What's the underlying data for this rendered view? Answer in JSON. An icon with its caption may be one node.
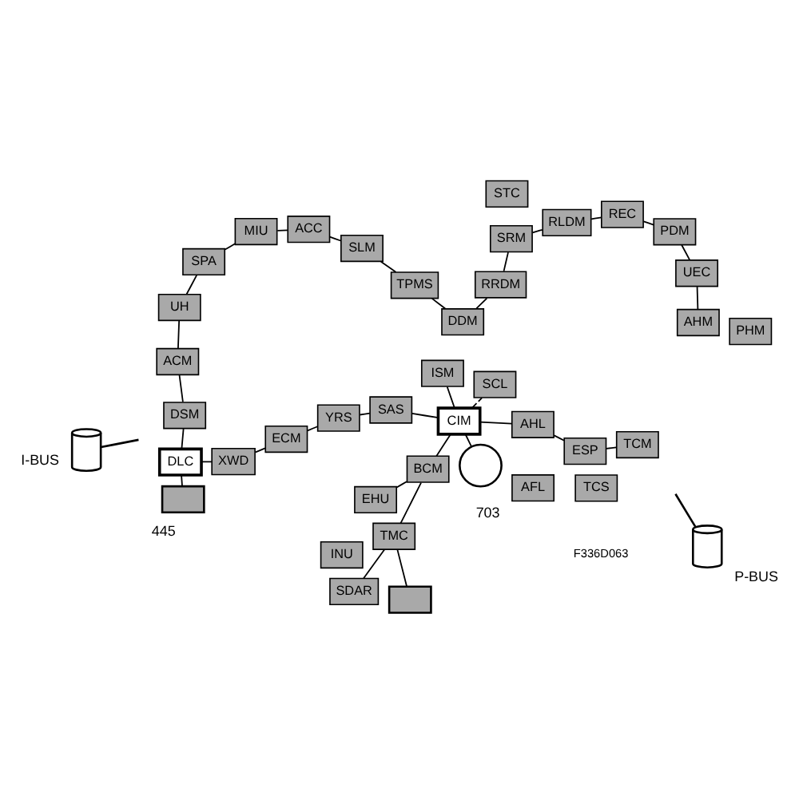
{
  "diagram": {
    "nodes": [
      {
        "text": [],
        "shape": "box",
        "beside": [
          "445"
        ]
      },
      {
        "text": [],
        "shape": "cylinder",
        "beside": [
          "I-BUS"
        ]
      },
      {
        "text": [],
        "shape": "circle",
        "beside": [
          "703"
        ]
      },
      {
        "text": [
          "DLC"
        ]
      },
      {
        "text": [
          "XWD"
        ]
      },
      {
        "text": [
          "ECM"
        ]
      },
      {
        "text": [
          "YRS"
        ]
      },
      {
        "text": [
          "SAS"
        ]
      },
      {
        "text": [
          "AFL"
        ]
      },
      {
        "text": [
          "AHL"
        ]
      },
      {
        "text": [
          "TCS"
        ]
      },
      {
        "text": [
          "ESP"
        ]
      },
      {
        "text": [
          "TCM"
        ]
      },
      {
        "text": [
          "ISM"
        ]
      },
      {
        "text": [
          "CIM"
        ]
      },
      {
        "text": [
          "ACM"
        ]
      },
      {
        "text": [
          "DSM"
        ]
      },
      {
        "text": [
          "SPA"
        ]
      },
      {
        "text": [
          "UH"
        ]
      },
      {
        "text": [
          "ACC"
        ]
      },
      {
        "text": [
          "MIU"
        ]
      },
      {
        "text": [
          "SCL"
        ]
      },
      {
        "text": [
          "SLM"
        ]
      },
      {
        "text": [
          "TPMS"
        ]
      },
      {
        "text": [
          "INU"
        ]
      },
      {
        "text": [
          "EHU"
        ]
      },
      {
        "text": [
          "TMC"
        ]
      },
      {
        "text": [
          "SDAR"
        ]
      },
      {
        "text": [],
        "shape": "box"
      },
      {
        "text": [
          "STC"
        ]
      },
      {
        "text": [
          "SRM"
        ]
      },
      {
        "text": [
          "DDM"
        ]
      },
      {
        "text": [
          "RRDM"
        ]
      },
      {
        "text": [
          "REC"
        ]
      },
      {
        "text": [
          "RLDM"
        ]
      },
      {
        "text": [
          "UEC"
        ]
      },
      {
        "text": [
          "PDM"
        ]
      },
      {
        "text": [
          "AHM"
        ]
      },
      {
        "text": [
          "PHM"
        ]
      },
      {
        "text": [
          "BCM"
        ]
      },
      {
        "text": [],
        "shape": "cylinder",
        "beside": [
          "P-BUS"
        ]
      }
    ],
    "edges": [
      {
        "from": 0,
        "to": 3,
        "arrow": "none"
      },
      {
        "from": 1,
        "to": null,
        "arrow": "none"
      },
      {
        "from": 2,
        "to": 14,
        "arrow": "none"
      },
      {
        "from": 3,
        "to": 4,
        "arrow": "none"
      },
      {
        "from": 4,
        "to": 5,
        "arrow": "none"
      },
      {
        "from": 5,
        "to": 6,
        "arrow": "none"
      },
      {
        "from": 6,
        "to": 7,
        "arrow": "none"
      },
      {
        "from": 7,
        "to": 14,
        "arrow": "none"
      },
      {
        "from": 14,
        "to": 9,
        "arrow": "none"
      },
      {
        "from": 9,
        "to": 11,
        "arrow": "none"
      },
      {
        "from": 11,
        "to": 12,
        "arrow": "none"
      },
      {
        "from": 40,
        "to": null,
        "arrow": "none"
      },
      {
        "from": 14,
        "to": 13,
        "arrow": "none"
      },
      {
        "from": 14,
        "to": 21,
        "arrow": "none",
        "style": "dashed"
      },
      {
        "from": 3,
        "to": 16,
        "arrow": "none"
      },
      {
        "from": 16,
        "to": 15,
        "arrow": "none"
      },
      {
        "from": 15,
        "to": 18,
        "arrow": "none"
      },
      {
        "from": 18,
        "to": 17,
        "arrow": "none"
      },
      {
        "from": 17,
        "to": 20,
        "arrow": "none"
      },
      {
        "from": 20,
        "to": 19,
        "arrow": "none"
      },
      {
        "from": 19,
        "to": 22,
        "arrow": "none"
      },
      {
        "from": 22,
        "to": 23,
        "arrow": "none"
      },
      {
        "from": 23,
        "to": 31,
        "arrow": "none"
      },
      {
        "from": 31,
        "to": 32,
        "arrow": "none"
      },
      {
        "from": 32,
        "to": 30,
        "arrow": "none"
      },
      {
        "from": 30,
        "to": 34,
        "arrow": "none"
      },
      {
        "from": 34,
        "to": 33,
        "arrow": "none"
      },
      {
        "from": 33,
        "to": 36,
        "arrow": "none"
      },
      {
        "from": 36,
        "to": 35,
        "arrow": "none"
      },
      {
        "from": 35,
        "to": 37,
        "arrow": "none"
      },
      {
        "from": 14,
        "to": 39,
        "arrow": "none"
      },
      {
        "from": 39,
        "to": 26,
        "arrow": "none"
      },
      {
        "from": 39,
        "to": 25,
        "arrow": "none"
      },
      {
        "from": 26,
        "to": 28,
        "arrow": "none"
      },
      {
        "from": 26,
        "to": 27,
        "arrow": "none"
      }
    ],
    "labels": [
      "F336D063"
    ]
  }
}
